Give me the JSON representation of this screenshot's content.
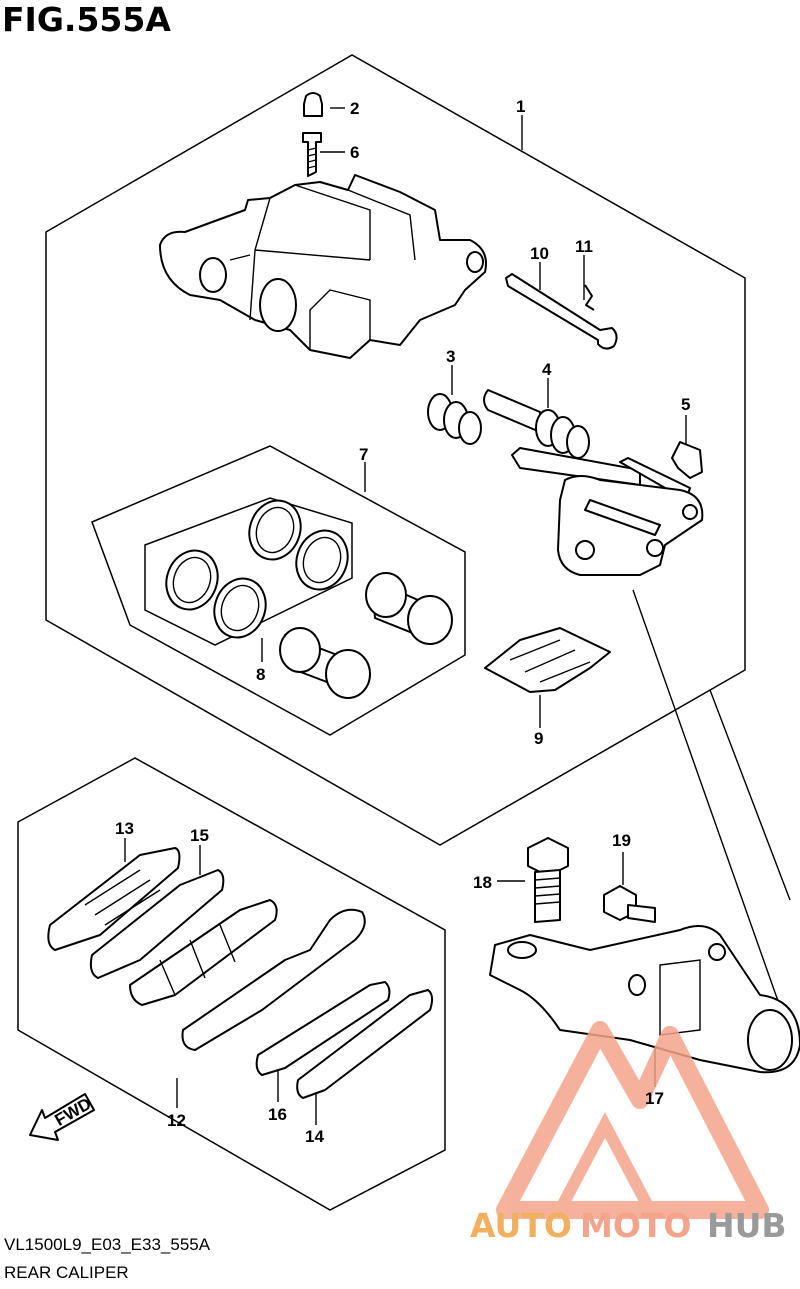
{
  "header": {
    "figure": "FIG.555A"
  },
  "footer": {
    "code": "VL1500L9_E03_E33_555A",
    "name": "REAR CALIPER"
  },
  "callouts": {
    "p1": "1",
    "p2": "2",
    "p3": "3",
    "p4": "4",
    "p5": "5",
    "p6": "6",
    "p7": "7",
    "p8": "8",
    "p9": "9",
    "p10": "10",
    "p11": "11",
    "p12": "12",
    "p13": "13",
    "p14": "14",
    "p15": "15",
    "p16": "16",
    "p17": "17",
    "p18": "18",
    "p19": "19"
  },
  "direction": {
    "label": "FWD"
  },
  "watermark": {
    "part1": "AUTO",
    "part2": "MOTO",
    "part3": "HUB",
    "color_main": "#f4a48a",
    "color_accent": "#f0b060",
    "color_dark": "#9a9a9a"
  }
}
